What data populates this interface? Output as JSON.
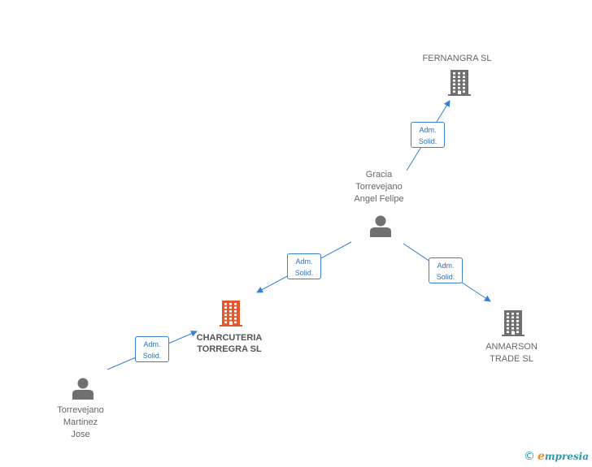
{
  "nodes": {
    "fernangra": {
      "lines": [
        "FERNANGRA SL"
      ],
      "icon": "building-icon",
      "color": "#707070"
    },
    "gracia": {
      "lines": [
        "Gracia",
        "Torrevejano",
        "Angel Felipe"
      ],
      "icon": "person-icon",
      "color": "#707070"
    },
    "charcuteria": {
      "lines": [
        "CHARCUTERIA",
        "TORREGRA SL"
      ],
      "icon": "building-icon",
      "color": "#e8572a"
    },
    "anmarson": {
      "lines": [
        "ANMARSON",
        "TRADE SL"
      ],
      "icon": "building-icon",
      "color": "#707070"
    },
    "martinez": {
      "lines": [
        "Torrevejano",
        "Martinez",
        "Jose"
      ],
      "icon": "person-icon",
      "color": "#707070"
    }
  },
  "edges": [
    {
      "from": "gracia",
      "to": "fernangra",
      "lines": [
        "Adm.",
        "Solid."
      ]
    },
    {
      "from": "gracia",
      "to": "charcuteria",
      "lines": [
        "Adm.",
        "Solid."
      ]
    },
    {
      "from": "gracia",
      "to": "anmarson",
      "lines": [
        "Adm.",
        "Solid."
      ]
    },
    {
      "from": "martinez",
      "to": "charcuteria",
      "lines": [
        "Adm.",
        "Solid."
      ]
    }
  ],
  "edge_color": "#3a7fd0",
  "footer": {
    "copyright": "©",
    "brand_initial": "e",
    "brand_rest": "mpresia"
  }
}
